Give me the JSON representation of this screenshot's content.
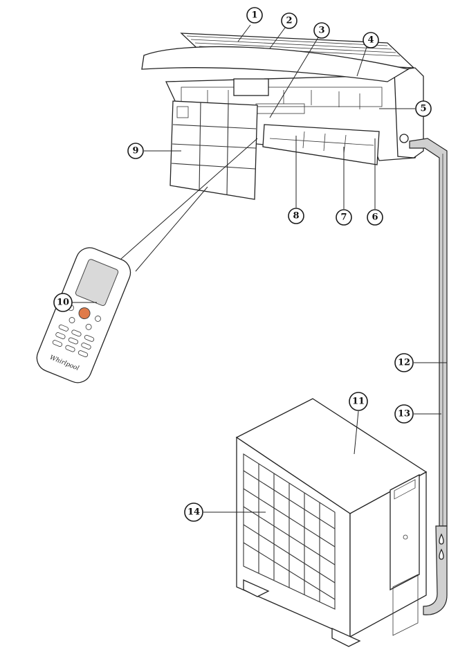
{
  "labels": [
    "1",
    "2",
    "3",
    "4",
    "5",
    "6",
    "7",
    "8",
    "9",
    "10",
    "11",
    "12",
    "13",
    "14"
  ],
  "remote": {
    "brand": "Whirlpool"
  },
  "colors": {
    "line": "#222222",
    "pipe_fill": "#cfcfcf",
    "display": "#d9d9d9",
    "power_button": "#e07b4a"
  }
}
